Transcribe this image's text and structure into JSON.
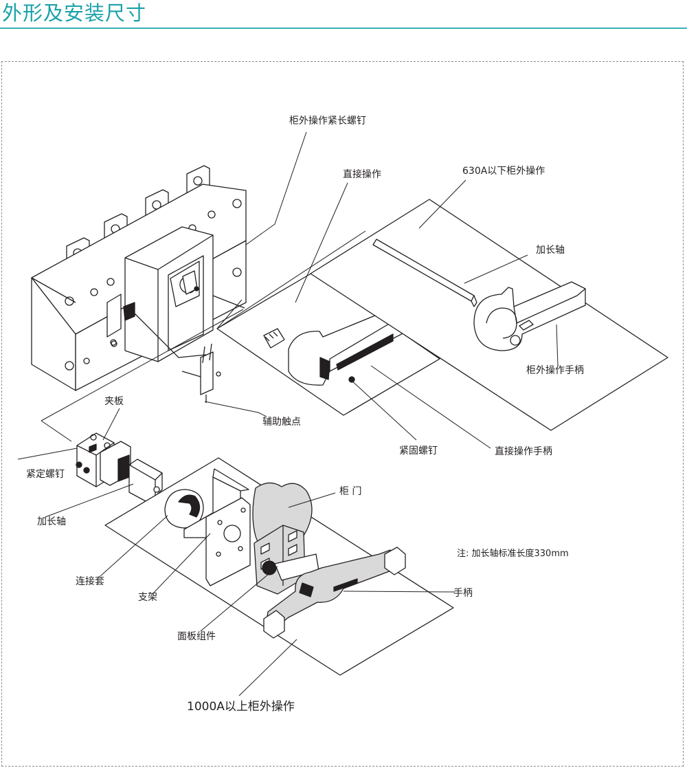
{
  "page": {
    "title": "外形及安装尺寸",
    "accent_color": "#1aa2a8"
  },
  "labels": {
    "screw_long": "柜外操作紧长螺钉",
    "direct_op": "直接操作",
    "op_below_630": "630A以下柜外操作",
    "ext_shaft_top": "加长轴",
    "outer_handle": "柜外操作手柄",
    "clamp_plate": "夹板",
    "aux_contact": "辅助触点",
    "set_screw": "紧定螺钉",
    "fasten_screw": "紧固螺钉",
    "direct_handle": "直接操作手柄",
    "ext_shaft_bottom": "加长轴",
    "cabinet_door": "柜 门",
    "note": "注:  加长轴标准长度330mm",
    "coupling": "连接套",
    "handle": "手柄",
    "bracket": "支架",
    "panel_assembly": "面板组件",
    "op_above_1000": "1000A以上柜外操作"
  }
}
